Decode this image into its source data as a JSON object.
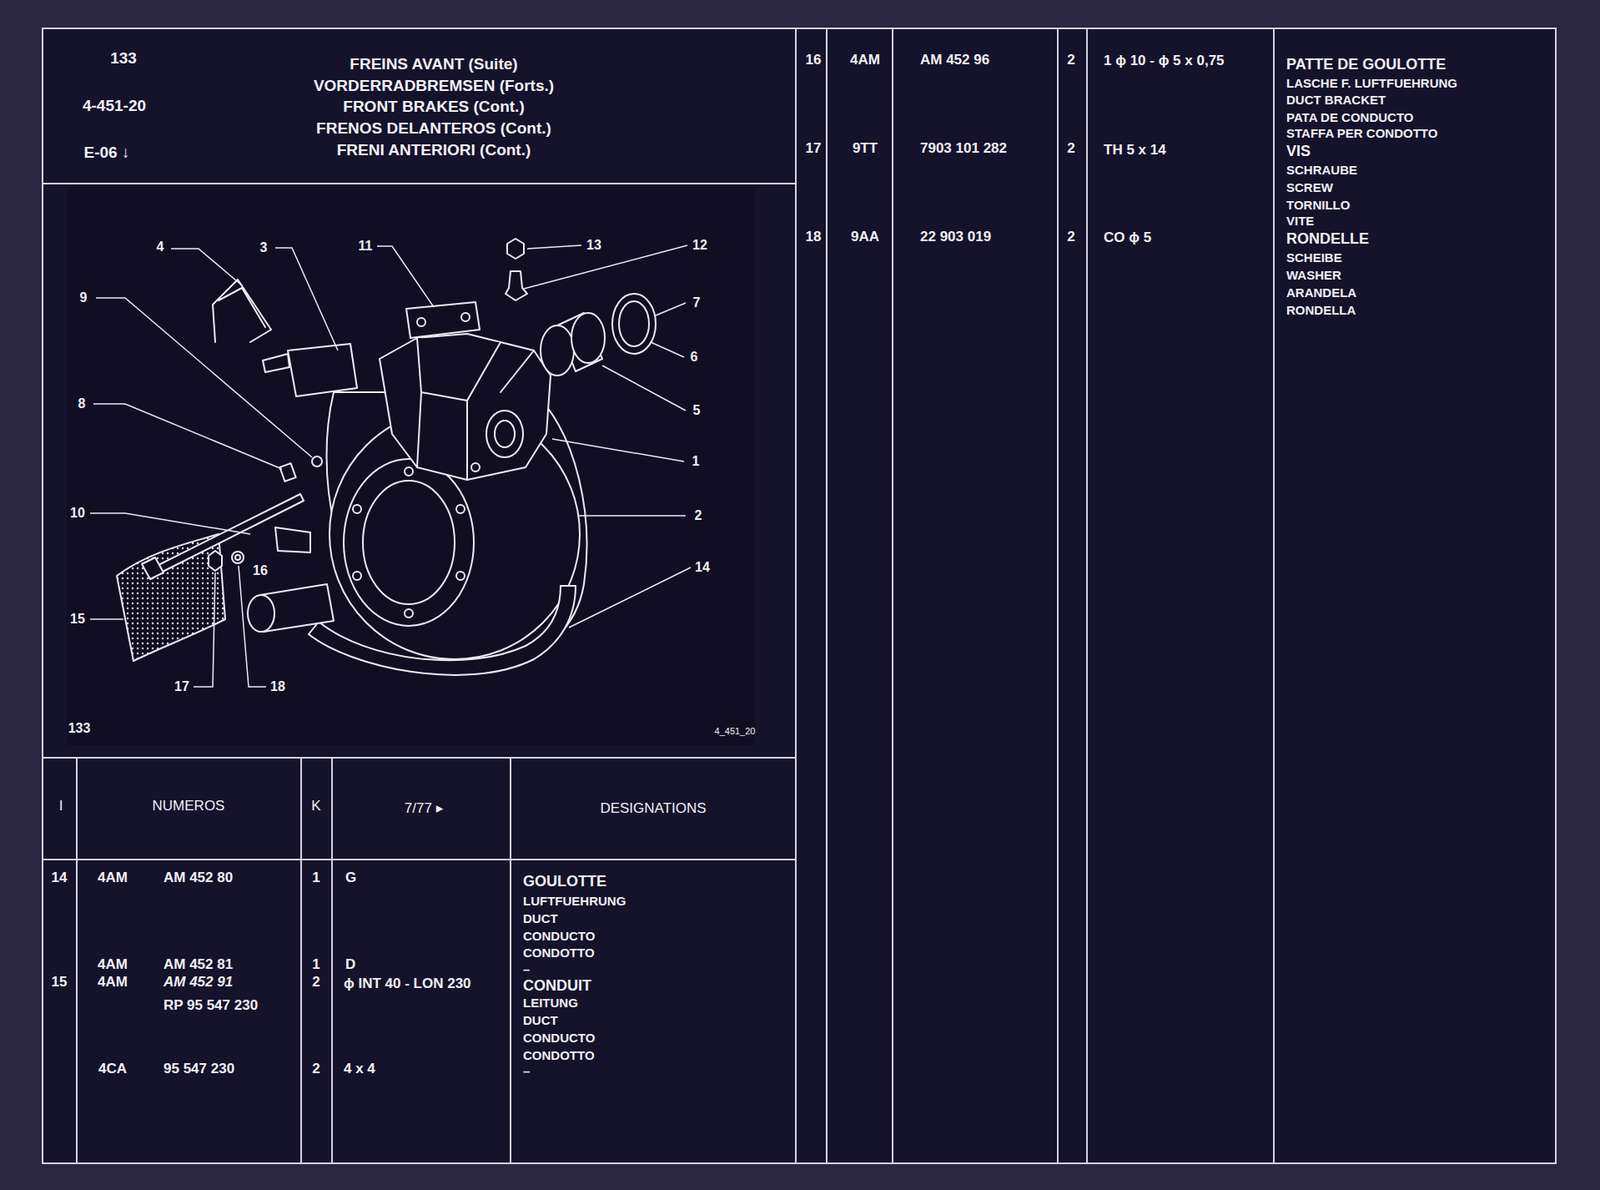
{
  "diagram": {
    "title": "FREINS AVANT (Suite)",
    "labels": [
      "133",
      "4-451-20",
      "E-06 ↓",
      "VORDERRADBREMSEN (Forts.)",
      "FRONT BRAKES (Cont.)",
      "FRENOS DELANTEROS (Cont.)",
      "FRENI ANTERIORI (Cont.)",
      "4",
      "3",
      "11",
      "13",
      "12",
      "9",
      "7",
      "6",
      "5",
      "8",
      "1",
      "10",
      "2",
      "14",
      "16",
      "15",
      "17",
      "18",
      "133",
      "4_451_20",
      "I",
      "NUMEROS",
      "K",
      "7/77 ▸",
      "DESIGNATIONS",
      "14",
      "4AM",
      "AM 452 80",
      "1",
      "G",
      "GOULOTTE",
      "LUFTFUEHRUNG",
      "DUCT",
      "CONDUCTO",
      "CONDOTTO",
      "–",
      "4AM",
      "AM 452 81",
      "1",
      "D",
      "15",
      "4AM",
      "AM 452 91",
      "2",
      "ϕ INT 40 - LON 230",
      "CONDUIT",
      "LEITUNG",
      "DUCT",
      "CONDUCTO",
      "CONDOTTO",
      "–",
      "RP 95 547 230",
      "4CA",
      "95 547 230",
      "2",
      "4 x 4",
      "16",
      "4AM",
      "AM 452 96",
      "2",
      "1 ϕ 10 - ϕ 5 x 0,75",
      "PATTE DE GOULOTTE",
      "LASCHE F. LUFTFUEHRUNG",
      "DUCT BRACKET",
      "PATA DE CONDUCTO",
      "STAFFA PER CONDOTTO",
      "17",
      "9TT",
      "7903 101 282",
      "2",
      "TH 5 x 14",
      "VIS",
      "SCHRAUBE",
      "SCREW",
      "TORNILLO",
      "VITE",
      "18",
      "9AA",
      "22 903 019",
      "2",
      "CO ϕ 5",
      "RONDELLE",
      "SCHEIBE",
      "WASHER",
      "ARANDELA",
      "RONDELLA"
    ]
  }
}
